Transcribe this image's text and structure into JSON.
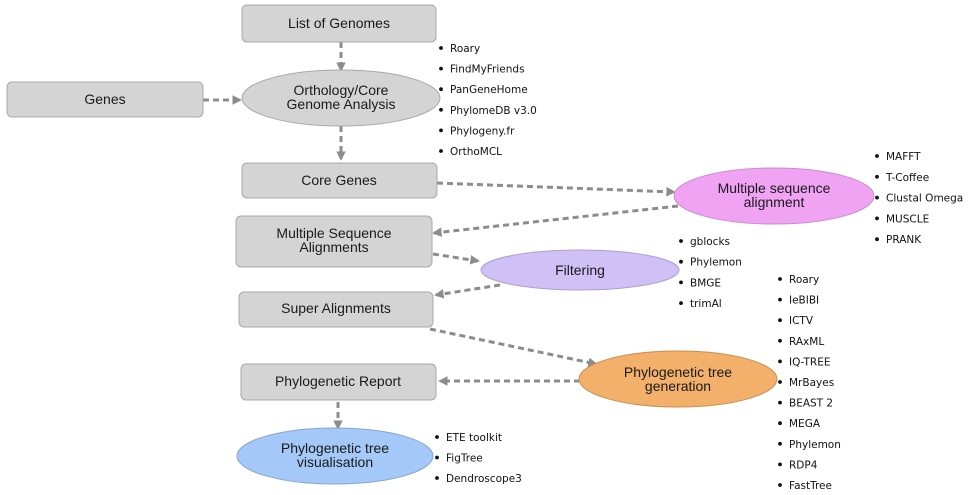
{
  "nodes": {
    "list_of_genomes": "List of Genomes",
    "genes": "Genes",
    "orthology_line1": "Orthology/Core",
    "orthology_line2": "Genome Analysis",
    "core_genes": "Core Genes",
    "msa_ellipse_line1": "Multiple sequence",
    "msa_ellipse_line2": "alignment",
    "msa_box_line1": "Multiple Sequence",
    "msa_box_line2": "Alignments",
    "filtering": "Filtering",
    "super_alignments": "Super Alignments",
    "tree_gen_line1": "Phylogenetic tree",
    "tree_gen_line2": "generation",
    "phylogenetic_report": "Phylogenetic Report",
    "tree_vis_line1": "Phylogenetic tree",
    "tree_vis_line2": "visualisation"
  },
  "tools": {
    "orthology": [
      "Roary",
      "FindMyFriends",
      "PanGeneHome",
      "PhylomeDB v3.0",
      "Phylogeny.fr",
      "OrthoMCL"
    ],
    "alignment": [
      "MAFFT",
      "T-Coffee",
      "Clustal Omega",
      "MUSCLE",
      "PRANK"
    ],
    "filtering": [
      "gblocks",
      "Phylemon",
      "BMGE",
      "trimAl"
    ],
    "tree_generation": [
      "Roary",
      "IeBIBI",
      "ICTV",
      "RAxML",
      "IQ-TREE",
      "MrBayes",
      "BEAST 2",
      "MEGA",
      "Phylemon",
      "RDP4",
      "FastTree"
    ],
    "visualisation": [
      "ETE toolkit",
      "FigTree",
      "Dendroscope3"
    ]
  },
  "colors": {
    "box_fill": "#d4d4d4",
    "box_stroke": "#a8a8a8",
    "orthology_fill": "#d4d4d4",
    "alignment_fill": "#f0a3f3",
    "filtering_fill": "#cfc0f6",
    "tree_generation_fill": "#f2b06a",
    "visualisation_fill": "#a4c8f7",
    "arrow": "#8c8c8c"
  }
}
